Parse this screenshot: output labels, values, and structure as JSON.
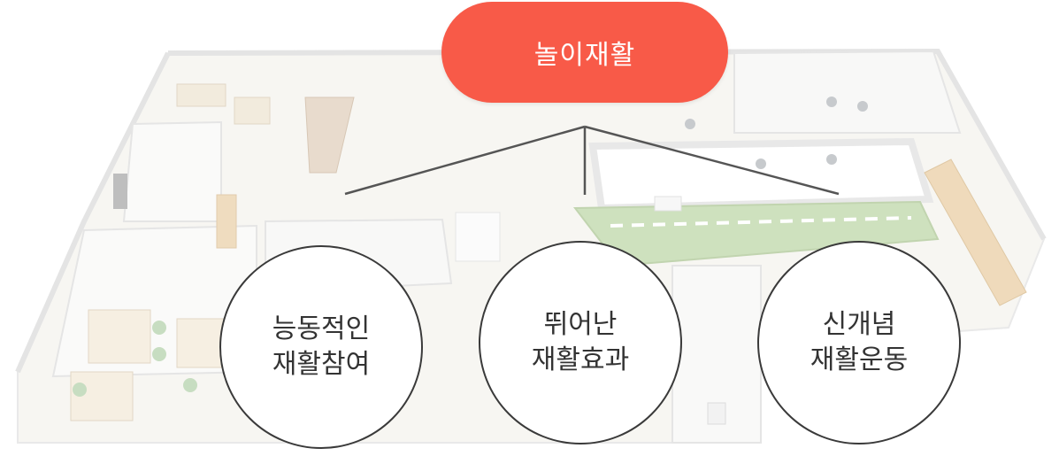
{
  "colors": {
    "accent": "#f85a48",
    "circle_border": "#3a3a3a",
    "text": "#333333",
    "connector": "#555555"
  },
  "title": "놀이재활",
  "nodes": [
    {
      "line1": "능동적인",
      "line2": "재활참여"
    },
    {
      "line1": "뛰어난",
      "line2": "재활효과"
    },
    {
      "line1": "신개념",
      "line2": "재활운동"
    }
  ]
}
